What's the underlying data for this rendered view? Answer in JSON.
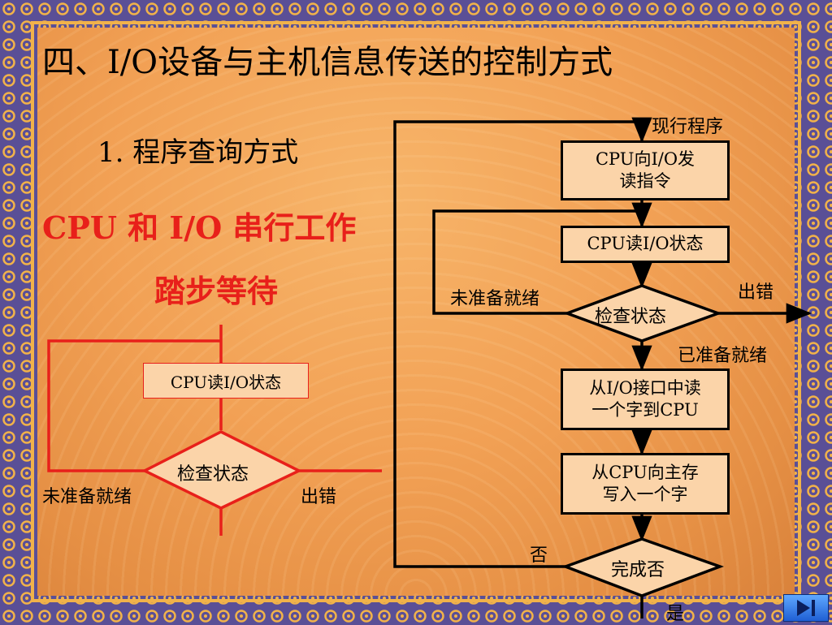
{
  "title": "四、I/O设备与主机信息传送的控制方式",
  "subtitle": "1. 程序查询方式",
  "highlight": {
    "line1": "CPU 和 I/O 串行工作",
    "line2": "踏步等待"
  },
  "left_flow": {
    "box": "CPU读I/O状态",
    "diamond": "检查状态",
    "label_not_ready": "未准备就绪",
    "label_error": "出错"
  },
  "right_flow": {
    "start_label": "现行程序",
    "box1": {
      "line1": "CPU向I/O发",
      "line2": "读指令"
    },
    "box2": "CPU读I/O状态",
    "diamond1": "检查状态",
    "label_not_ready": "未准备就绪",
    "label_error": "出错",
    "label_ready": "已准备就绪",
    "box3": {
      "line1": "从I/O接口中读",
      "line2": "一个字到CPU"
    },
    "box4": {
      "line1": "从CPU向主存",
      "line2": "写入一个字"
    },
    "diamond2": "完成否",
    "label_no": "否",
    "label_yes": "是"
  },
  "colors": {
    "border_purple": "#5a4f96",
    "ring_gold": "#f1b24a",
    "background_orange": "#f2a155",
    "box_fill": "#fbd4a9",
    "red": "#e8201a"
  },
  "icons": {
    "nav": "skip-forward-icon"
  }
}
